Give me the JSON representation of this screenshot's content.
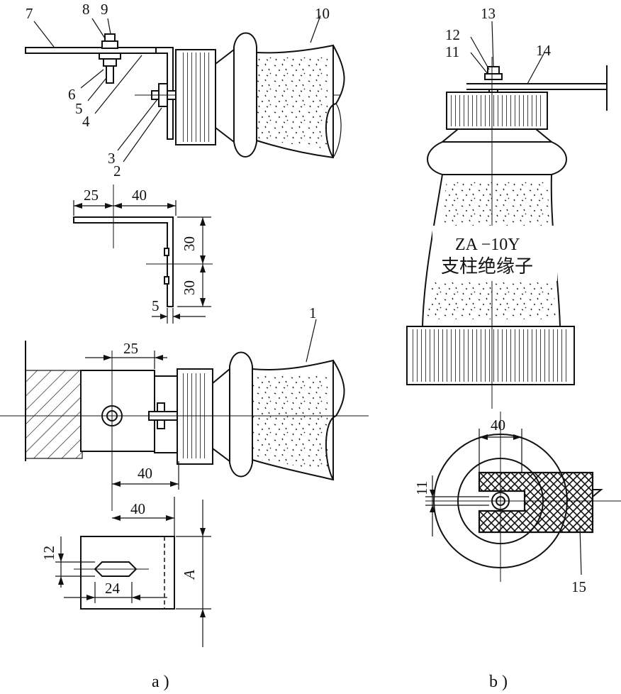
{
  "labels": {
    "l1": "1",
    "l2": "2",
    "l3": "3",
    "l4": "4",
    "l5": "5",
    "l6": "6",
    "l7": "7",
    "l8": "8",
    "l9": "9",
    "l10": "10",
    "l11": "11",
    "l12": "12",
    "l13": "13",
    "l14": "14",
    "l15": "15"
  },
  "dimensions": {
    "bracket_top_left": "25",
    "bracket_top_right": "40",
    "bracket_upper_height": "30",
    "bracket_lower_height": "30",
    "bracket_thickness": "5",
    "assembly_offset": "25",
    "assembly_width": "40",
    "plate_width": "40",
    "slot_height": "12",
    "slot_length": "24",
    "plate_height": "A",
    "ring_width": "40",
    "ring_slot": "11"
  },
  "insulator_text": {
    "model": "ZA −10Y",
    "name": "支柱绝缘子"
  },
  "captions": {
    "a": "a )",
    "b": "b )"
  }
}
